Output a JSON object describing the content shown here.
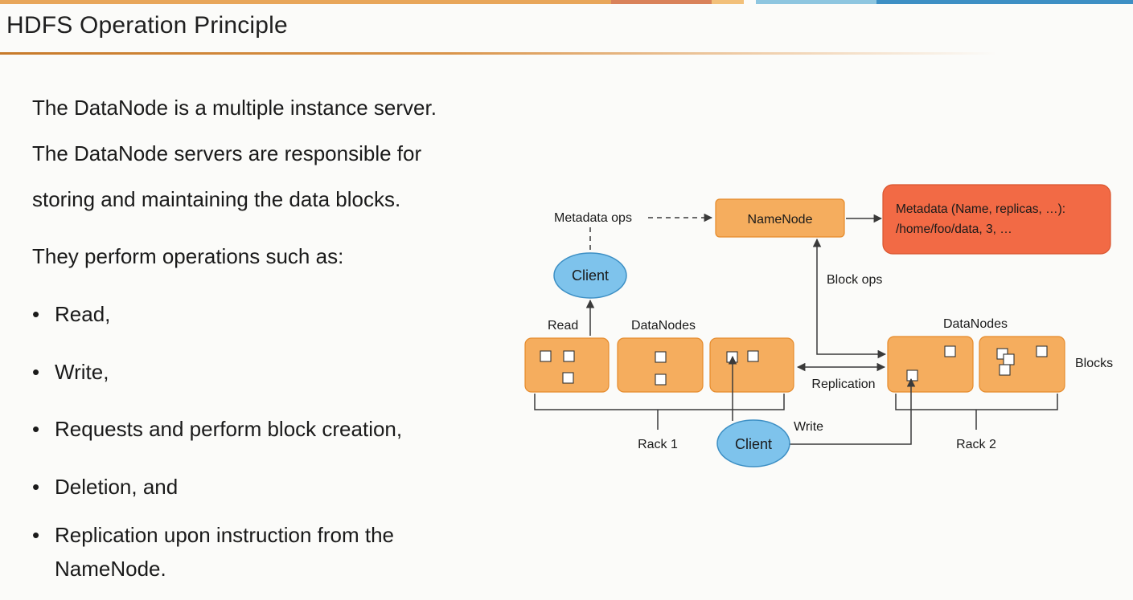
{
  "slide": {
    "title": "HDFS Operation Principle"
  },
  "body": {
    "lines": [
      "The DataNode is a multiple instance server.",
      "The DataNode servers are responsible for",
      "storing and maintaining the data blocks.",
      "They perform operations such as:"
    ],
    "bullets": [
      "Read,",
      "Write,",
      "Requests and perform block creation,",
      "Deletion, and",
      "Replication upon instruction from the",
      "NameNode."
    ]
  },
  "diagram": {
    "namenode": "NameNode",
    "metadata_line1": "Metadata (Name, replicas, …):",
    "metadata_line2": "/home/foo/data, 3, …",
    "metadata_ops": "Metadata ops",
    "client_top": "Client",
    "client_bottom": "Client",
    "block_ops": "Block ops",
    "read": "Read",
    "write": "Write",
    "datanodes_left": "DataNodes",
    "datanodes_right": "DataNodes",
    "replication": "Replication",
    "blocks": "Blocks",
    "rack1": "Rack 1",
    "rack2": "Rack 2"
  },
  "colors": {
    "node_fill": "#f5ad5e",
    "node_stroke": "#e58a2a",
    "metadata_fill": "#f26a45",
    "client_fill": "#7ec3ec",
    "client_stroke": "#3d8fc4",
    "arrow": "#3a3a3a"
  }
}
